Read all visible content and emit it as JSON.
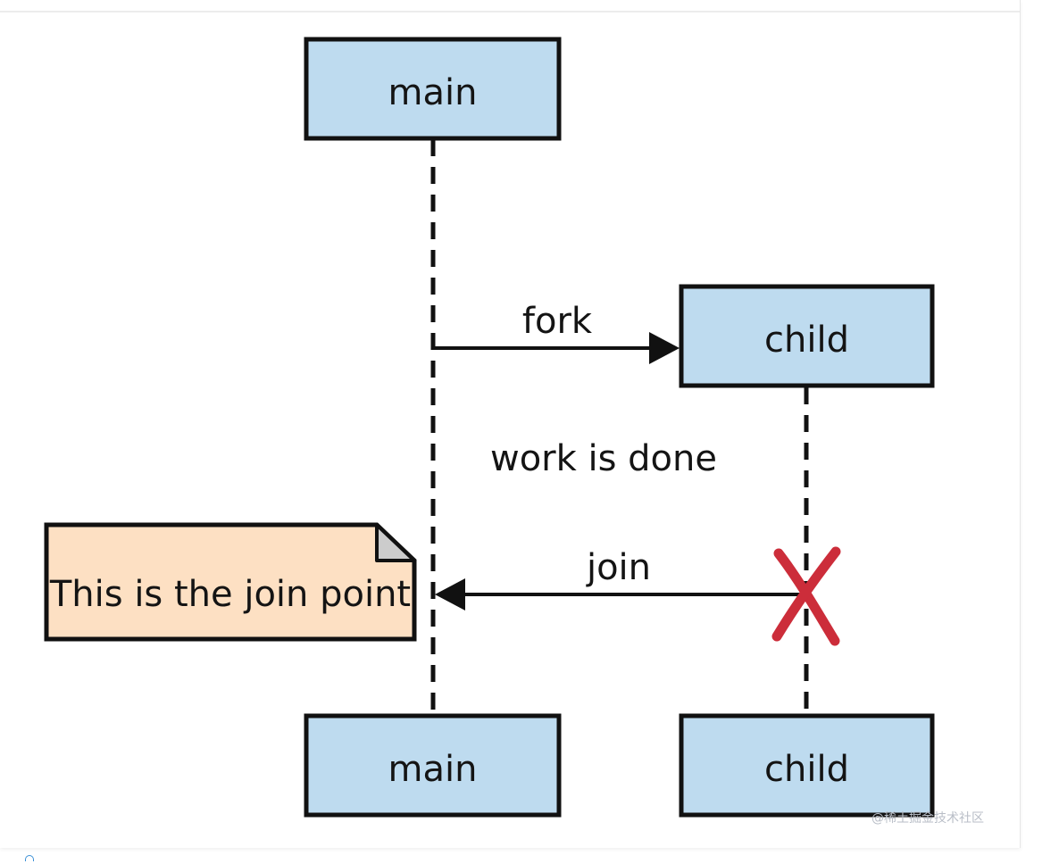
{
  "diagram": {
    "participants": {
      "main_top": "main",
      "child_top": "child",
      "main_bottom": "main",
      "child_bottom": "child"
    },
    "messages": {
      "fork": "fork",
      "work": "work is done",
      "join": "join"
    },
    "note": "This is the join point"
  },
  "watermark": "@稀土掘金技术社区",
  "colors": {
    "participant_fill": "#bedbef",
    "note_fill": "#fde0c3",
    "note_fold": "#cccccc",
    "terminate_x": "#cc2d3a",
    "line": "#111111"
  }
}
